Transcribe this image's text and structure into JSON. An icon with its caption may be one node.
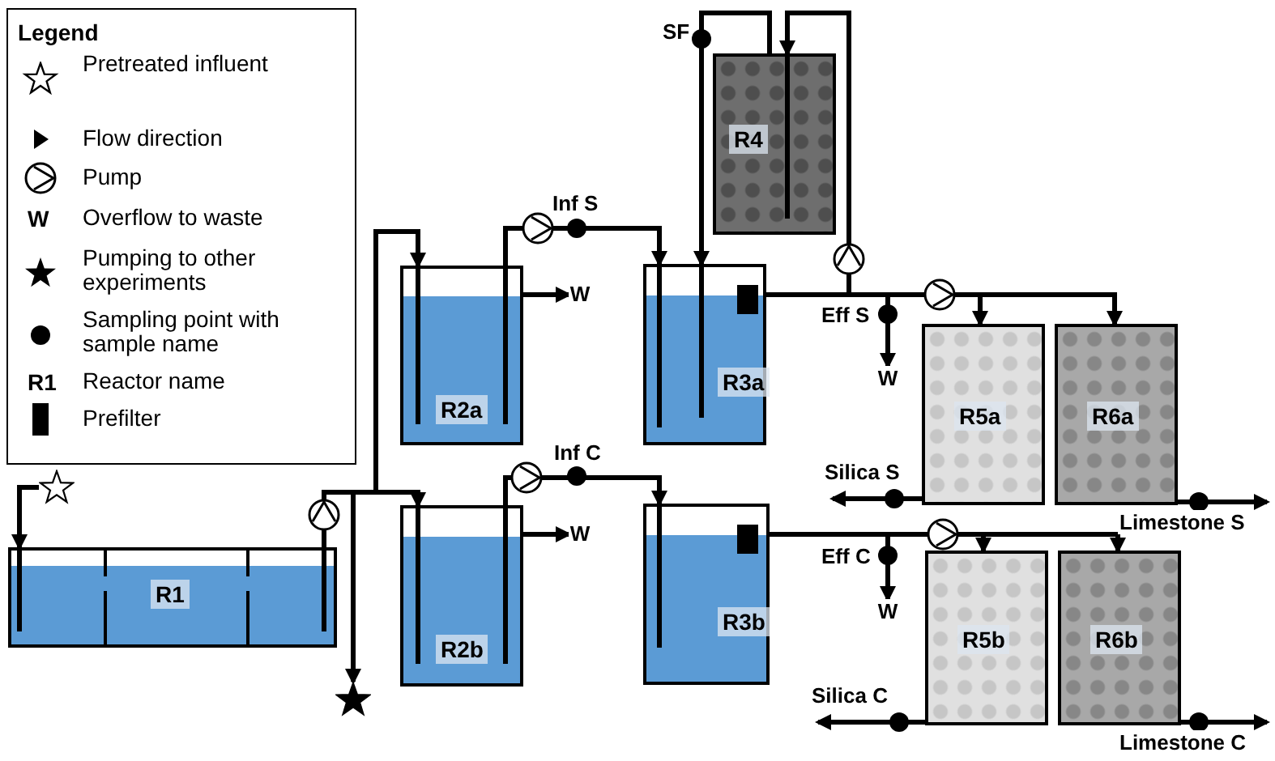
{
  "diagram": {
    "nodes": [
      {
        "text": [
          "R1"
        ]
      },
      {
        "text": [
          "R2a"
        ]
      },
      {
        "text": [
          "R2b"
        ]
      },
      {
        "text": [
          "R3a"
        ]
      },
      {
        "text": [
          "R3b"
        ]
      },
      {
        "text": [
          "R4"
        ]
      },
      {
        "text": [
          "R5a"
        ]
      },
      {
        "text": [
          "R6a"
        ]
      },
      {
        "text": [
          "R5b"
        ]
      },
      {
        "text": [
          "R6b"
        ]
      },
      {
        "text": [
          "W"
        ]
      },
      {
        "text": [
          "W"
        ]
      },
      {
        "text": [],
        "shape": "star"
      },
      {
        "text": [
          "W"
        ]
      },
      {
        "text": [
          "W"
        ]
      },
      {
        "text": [],
        "shape": "star"
      }
    ],
    "edges": [
      {
        "from": 12,
        "to": 0,
        "arrow": "to"
      },
      {
        "from": 0,
        "to": 1,
        "arrow": "to"
      },
      {
        "from": 0,
        "to": 2,
        "arrow": "to"
      },
      {
        "from": 0,
        "to": 15,
        "arrow": "to"
      },
      {
        "from": 1,
        "to": 3,
        "arrow": "to",
        "label": "Inf S"
      },
      {
        "from": 2,
        "to": 4,
        "arrow": "to",
        "label": "Inf C"
      },
      {
        "from": 3,
        "to": 5,
        "arrow": "to"
      },
      {
        "from": 5,
        "to": 3,
        "arrow": "to",
        "label": "SF"
      },
      {
        "from": 3,
        "to": 6,
        "arrow": "to"
      },
      {
        "from": 3,
        "to": 7,
        "arrow": "to"
      },
      {
        "from": 4,
        "to": 8,
        "arrow": "to"
      },
      {
        "from": 4,
        "to": 9,
        "arrow": "to"
      },
      {
        "from": 1,
        "to": 10,
        "arrow": "to"
      },
      {
        "from": 2,
        "to": 13,
        "arrow": "to"
      },
      {
        "from": 3,
        "to": 11,
        "arrow": "to",
        "label": "Eff S"
      },
      {
        "from": 4,
        "to": 14,
        "arrow": "to",
        "label": "Eff C"
      },
      {
        "from": 6,
        "to": null,
        "arrow": "to",
        "label": "Silica S"
      },
      {
        "from": 7,
        "to": null,
        "arrow": "to",
        "label": "Limestone S"
      },
      {
        "from": 8,
        "to": null,
        "arrow": "to",
        "label": "Silica C"
      },
      {
        "from": 9,
        "to": null,
        "arrow": "to",
        "label": "Limestone C"
      }
    ],
    "labels": [
      "Legend",
      "W",
      "R1"
    ],
    "legend": [
      {
        "text": "Pretreated influent"
      },
      {
        "text": "Flow direction"
      },
      {
        "text": "Pump"
      },
      {
        "text": "Overflow to waste"
      },
      {
        "text": "Pumping to other experiments"
      },
      {
        "text": "Sampling point with sample name"
      },
      {
        "text": "Reactor name"
      },
      {
        "text": "Prefilter"
      }
    ]
  }
}
